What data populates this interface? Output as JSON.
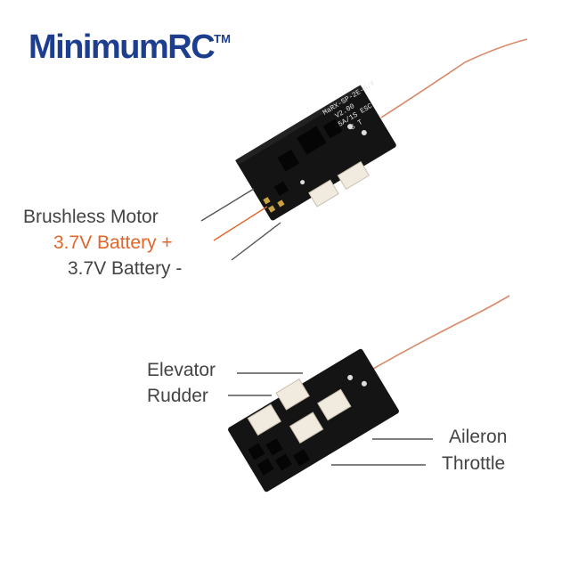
{
  "brand": {
    "name": "MinimumRC",
    "trademark": "TM",
    "color": "#1d3e8f"
  },
  "top_board": {
    "silkscreen_lines": [
      "MaRX-SP-2E-S/F",
      "V2.00",
      "5A/1S ESC",
      "S T"
    ],
    "labels": {
      "brushless_motor": "Brushless Motor",
      "battery_plus": "3.7V Battery +",
      "battery_minus": "3.7V Battery -"
    }
  },
  "bottom_board": {
    "labels": {
      "elevator": "Elevator",
      "rudder": "Rudder",
      "aileron": "Aileron",
      "throttle": "Throttle"
    }
  },
  "colors": {
    "label_text": "#444444",
    "accent": "#e0662a",
    "pcb": "#141414",
    "antenna": "#d98a6a"
  }
}
